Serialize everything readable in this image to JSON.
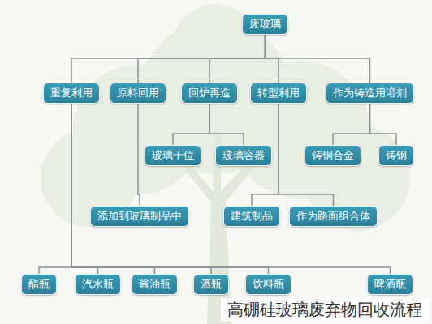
{
  "diagram": {
    "caption": "高硼硅玻璃废弃物回收流程",
    "nodes": [
      {
        "text": [
          "废玻璃"
        ]
      },
      {
        "text": [
          "重复利用"
        ]
      },
      {
        "text": [
          "原料回用"
        ]
      },
      {
        "text": [
          "回炉再造"
        ]
      },
      {
        "text": [
          "转型利用"
        ]
      },
      {
        "text": [
          "作为铸造用溶剂"
        ]
      },
      {
        "text": [
          "玻璃干位"
        ]
      },
      {
        "text": [
          "玻璃容器"
        ]
      },
      {
        "text": [
          "铸铜合金"
        ]
      },
      {
        "text": [
          "铸钢"
        ]
      },
      {
        "text": [
          "添加到玻璃制品中"
        ]
      },
      {
        "text": [
          "建筑制品"
        ]
      },
      {
        "text": [
          "作为路面组合体"
        ]
      },
      {
        "text": [
          "醋瓶"
        ]
      },
      {
        "text": [
          "汽水瓶"
        ]
      },
      {
        "text": [
          "酱油瓶"
        ]
      },
      {
        "text": [
          "酒瓶"
        ]
      },
      {
        "text": [
          "饮料瓶"
        ]
      },
      {
        "text": [
          "啤酒瓶"
        ]
      }
    ],
    "edges": [
      {
        "from": 0,
        "to": 1,
        "arrow": "none"
      },
      {
        "from": 0,
        "to": 2,
        "arrow": "none"
      },
      {
        "from": 0,
        "to": 3,
        "arrow": "none"
      },
      {
        "from": 0,
        "to": 4,
        "arrow": "none"
      },
      {
        "from": 0,
        "to": 5,
        "arrow": "none"
      },
      {
        "from": 3,
        "to": 6,
        "arrow": "none"
      },
      {
        "from": 3,
        "to": 7,
        "arrow": "none"
      },
      {
        "from": 5,
        "to": 8,
        "arrow": "none"
      },
      {
        "from": 5,
        "to": 9,
        "arrow": "none"
      },
      {
        "from": 2,
        "to": 10,
        "arrow": "none"
      },
      {
        "from": 4,
        "to": 11,
        "arrow": "none"
      },
      {
        "from": 4,
        "to": 12,
        "arrow": "none"
      },
      {
        "from": 1,
        "to": 13,
        "arrow": "none"
      },
      {
        "from": 1,
        "to": 14,
        "arrow": "none"
      },
      {
        "from": 1,
        "to": 15,
        "arrow": "none"
      },
      {
        "from": 1,
        "to": 16,
        "arrow": "none"
      },
      {
        "from": 1,
        "to": 17,
        "arrow": "none"
      },
      {
        "from": 1,
        "to": 18,
        "arrow": "none"
      }
    ]
  }
}
